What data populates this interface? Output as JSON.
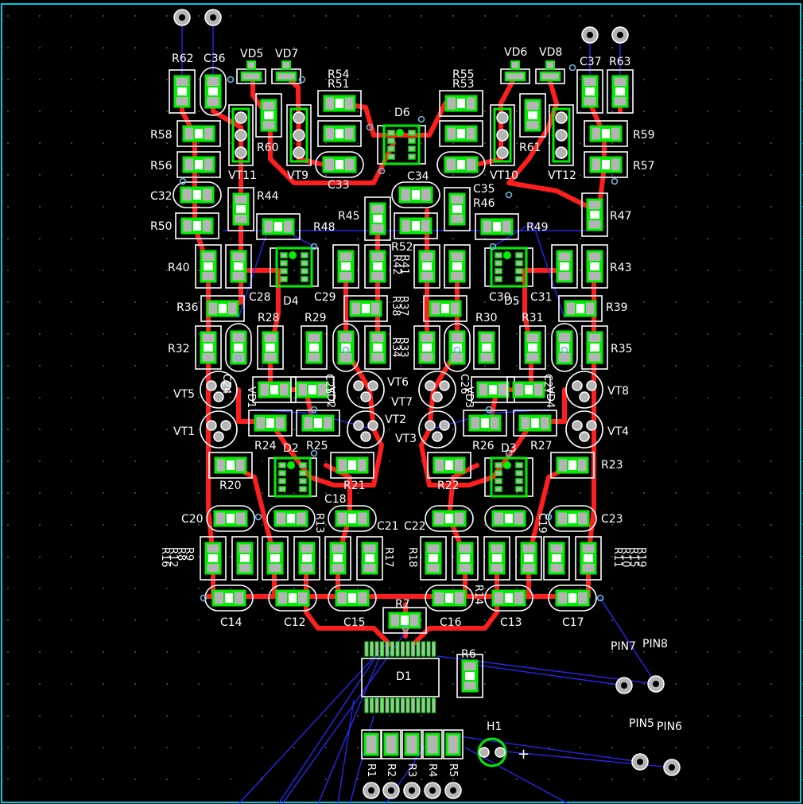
{
  "app": {
    "title": "PCB Layout"
  },
  "colors": {
    "background": "#000000",
    "outline": "#00c8e6",
    "copper": "#ff1e1e",
    "pad": "#00ee00",
    "pad_core": "#b4b4b4",
    "silk": "#ffffff",
    "ratsnest": "#2a2aff",
    "via": "#6fb6d8",
    "grid": "#555555"
  },
  "labels": {
    "r62": "R62",
    "c36": "C36",
    "vd5": "VD5",
    "vd7": "VD7",
    "r54": "R54",
    "r51": "R51",
    "r55": "R55",
    "r53": "R53",
    "vd6": "VD6",
    "vd8": "VD8",
    "c37": "C37",
    "r63": "R63",
    "r58": "R58",
    "r60": "R60",
    "d6": "D6",
    "r61": "R61",
    "r59": "R59",
    "r56": "R56",
    "vt11": "VT11",
    "vt9": "VT9",
    "c33": "C33",
    "c34": "C34",
    "c35": "C35",
    "vt10": "VT10",
    "vt12": "VT12",
    "r57": "R57",
    "c32": "C32",
    "r44": "R44",
    "r45": "R45",
    "r46": "R46",
    "r47": "R47",
    "r50": "R50",
    "r48": "R48",
    "r52": "R52",
    "r49": "R49",
    "r40": "R40",
    "r42": "R42",
    "r41": "R41",
    "r43": "R43",
    "c28": "C28",
    "d4": "D4",
    "c29": "C29",
    "r37": "R37",
    "r38": "R38",
    "c30": "C30",
    "d5": "D5",
    "c31": "C31",
    "r36": "R36",
    "r39": "R39",
    "r28": "R28",
    "r29": "R29",
    "r30": "R30",
    "r31": "R31",
    "r32": "R32",
    "r34": "R34",
    "r33": "R33",
    "r35": "R35",
    "c24": "C24",
    "c25": "C25",
    "vt6": "VT6",
    "c26": "C26",
    "c27": "C27",
    "vt5": "VT5",
    "vd1": "VD1",
    "vd2": "VD2",
    "vt7": "VT7",
    "vd3": "VD3",
    "vd4": "VD4",
    "vt8": "VT8",
    "vt1": "VT1",
    "vt2": "VT2",
    "vt3": "VT3",
    "vt4": "VT4",
    "r24": "R24",
    "r25": "R25",
    "r26": "R26",
    "r27": "R27",
    "d2": "D2",
    "d3": "D3",
    "r20": "R20",
    "r21": "R21",
    "r22": "R22",
    "r23": "R23",
    "c18": "C18",
    "c19": "C19",
    "r13": "R13",
    "c20": "C20",
    "c21": "C21",
    "c22": "C22",
    "c23": "C23",
    "r9": "R9",
    "r8": "R8",
    "r12": "R12",
    "r16": "R16",
    "r17": "R17",
    "r18": "R18",
    "r14": "R14",
    "r11": "R11",
    "r10": "R10",
    "r15": "R15",
    "r19": "R19",
    "c14": "C14",
    "c12": "C12",
    "c15": "C15",
    "r7": "R7",
    "c16": "C16",
    "c13": "C13",
    "c17": "C17",
    "pin7": "PIN7",
    "pin8": "PIN8",
    "r6": "R6",
    "d1": "D1",
    "pin5": "PIN5",
    "pin6": "PIN6",
    "h1": "H1",
    "plus": "+",
    "r1": "R1",
    "r2": "R2",
    "r3": "R3",
    "r4": "R4",
    "r5": "R5"
  }
}
